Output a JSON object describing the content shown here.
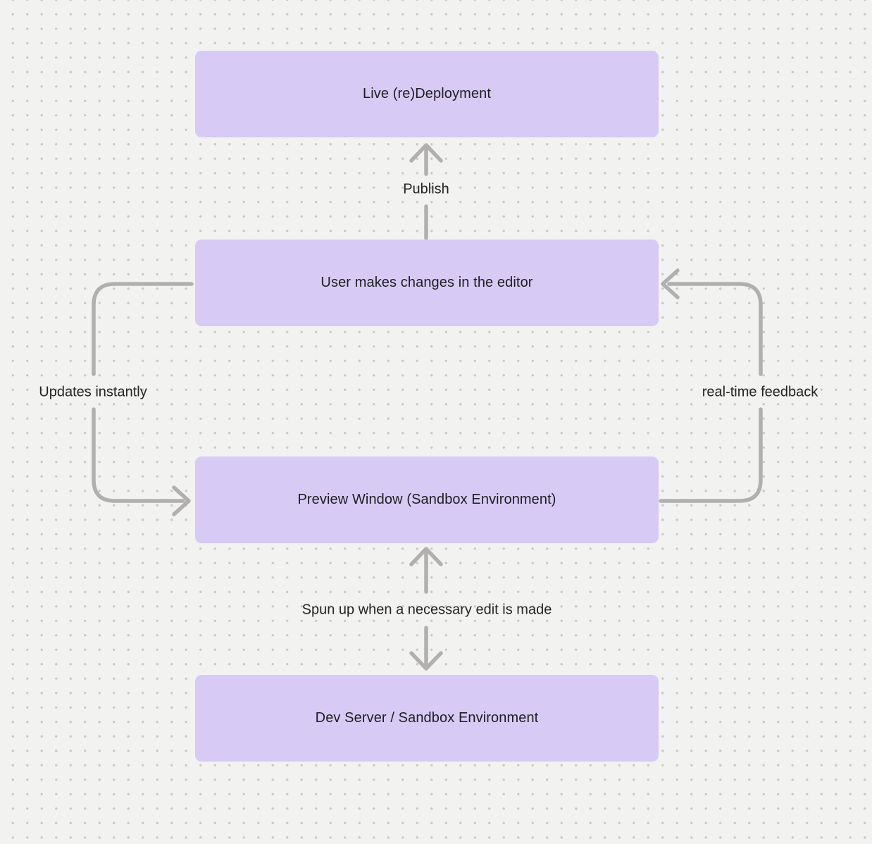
{
  "canvas": {
    "background_color": "#f2f2f1",
    "dot_color": "#c9c9c8",
    "node_fill_color": "#d7cbf5",
    "arrow_color": "#b1b0af",
    "text_color": "#1e1e20"
  },
  "nodes": [
    {
      "id": "live-redeployment",
      "label": "Live (re)Deployment"
    },
    {
      "id": "user-editor",
      "label": "User makes changes in the editor"
    },
    {
      "id": "preview-window",
      "label": "Preview Window (Sandbox Environment)"
    },
    {
      "id": "dev-server",
      "label": "Dev Server / Sandbox Environment"
    }
  ],
  "edges": [
    {
      "id": "publish",
      "label": "Publish",
      "from": "user-editor",
      "to": "live-redeployment",
      "direction": "up"
    },
    {
      "id": "updates-instantly",
      "label": "Updates instantly",
      "from": "user-editor",
      "to": "preview-window",
      "side": "left"
    },
    {
      "id": "real-time-feedback",
      "label": "real-time feedback",
      "from": "preview-window",
      "to": "user-editor",
      "side": "right"
    },
    {
      "id": "spun-up",
      "label": "Spun up when a necessary edit is made",
      "from": "preview-window",
      "to": "dev-server",
      "direction": "bidirectional"
    }
  ]
}
